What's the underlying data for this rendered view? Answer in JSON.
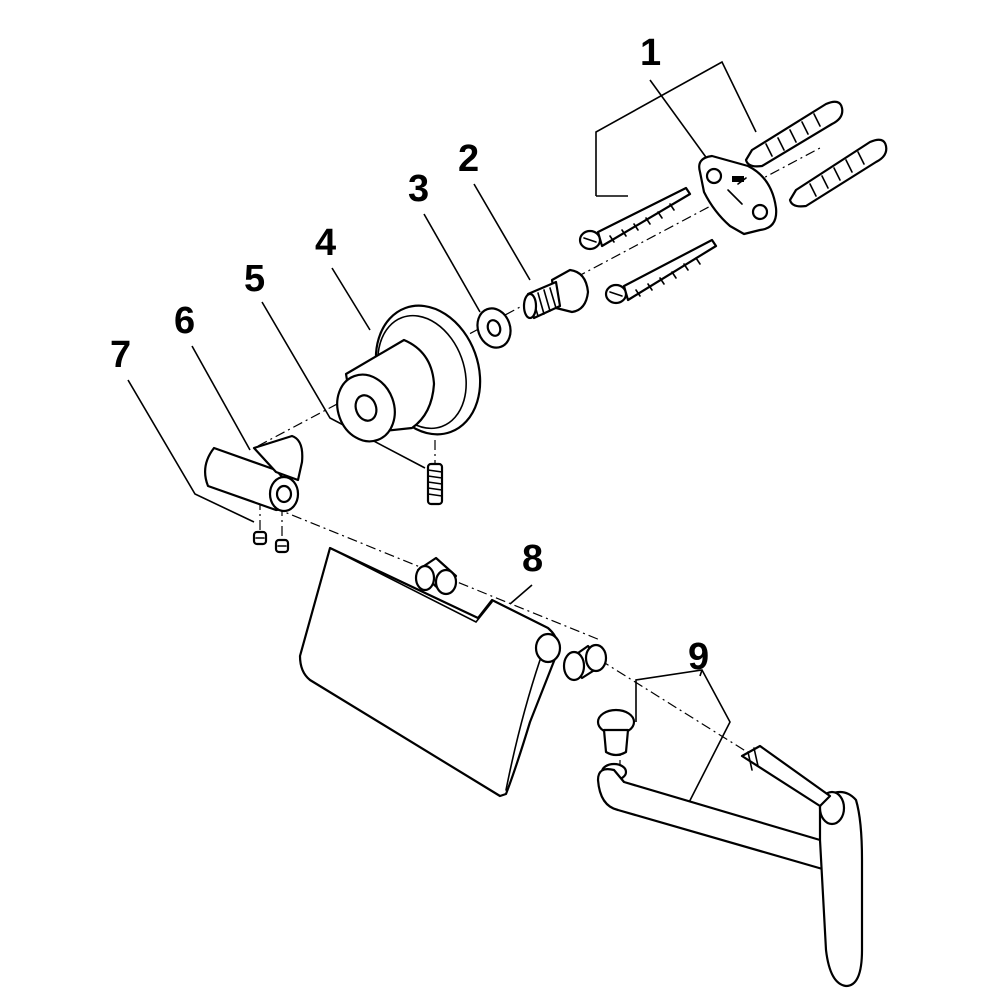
{
  "callouts": [
    {
      "id": "1",
      "label": "1"
    },
    {
      "id": "2",
      "label": "2"
    },
    {
      "id": "3",
      "label": "3"
    },
    {
      "id": "4",
      "label": "4"
    },
    {
      "id": "5",
      "label": "5"
    },
    {
      "id": "6",
      "label": "6"
    },
    {
      "id": "7",
      "label": "7"
    },
    {
      "id": "8",
      "label": "8"
    },
    {
      "id": "9",
      "label": "9"
    }
  ],
  "icons": {
    "part_1": "mounting-plate-screws-anchors-icon",
    "part_2": "threaded-bolt-icon",
    "part_3": "washer-icon",
    "part_4": "wall-rosette-icon",
    "part_5": "set-screw-icon",
    "part_6": "t-connector-icon",
    "part_7": "grub-screws-icon",
    "part_8": "cover-flap-icon",
    "part_9": "roll-holder-arm-icon"
  }
}
